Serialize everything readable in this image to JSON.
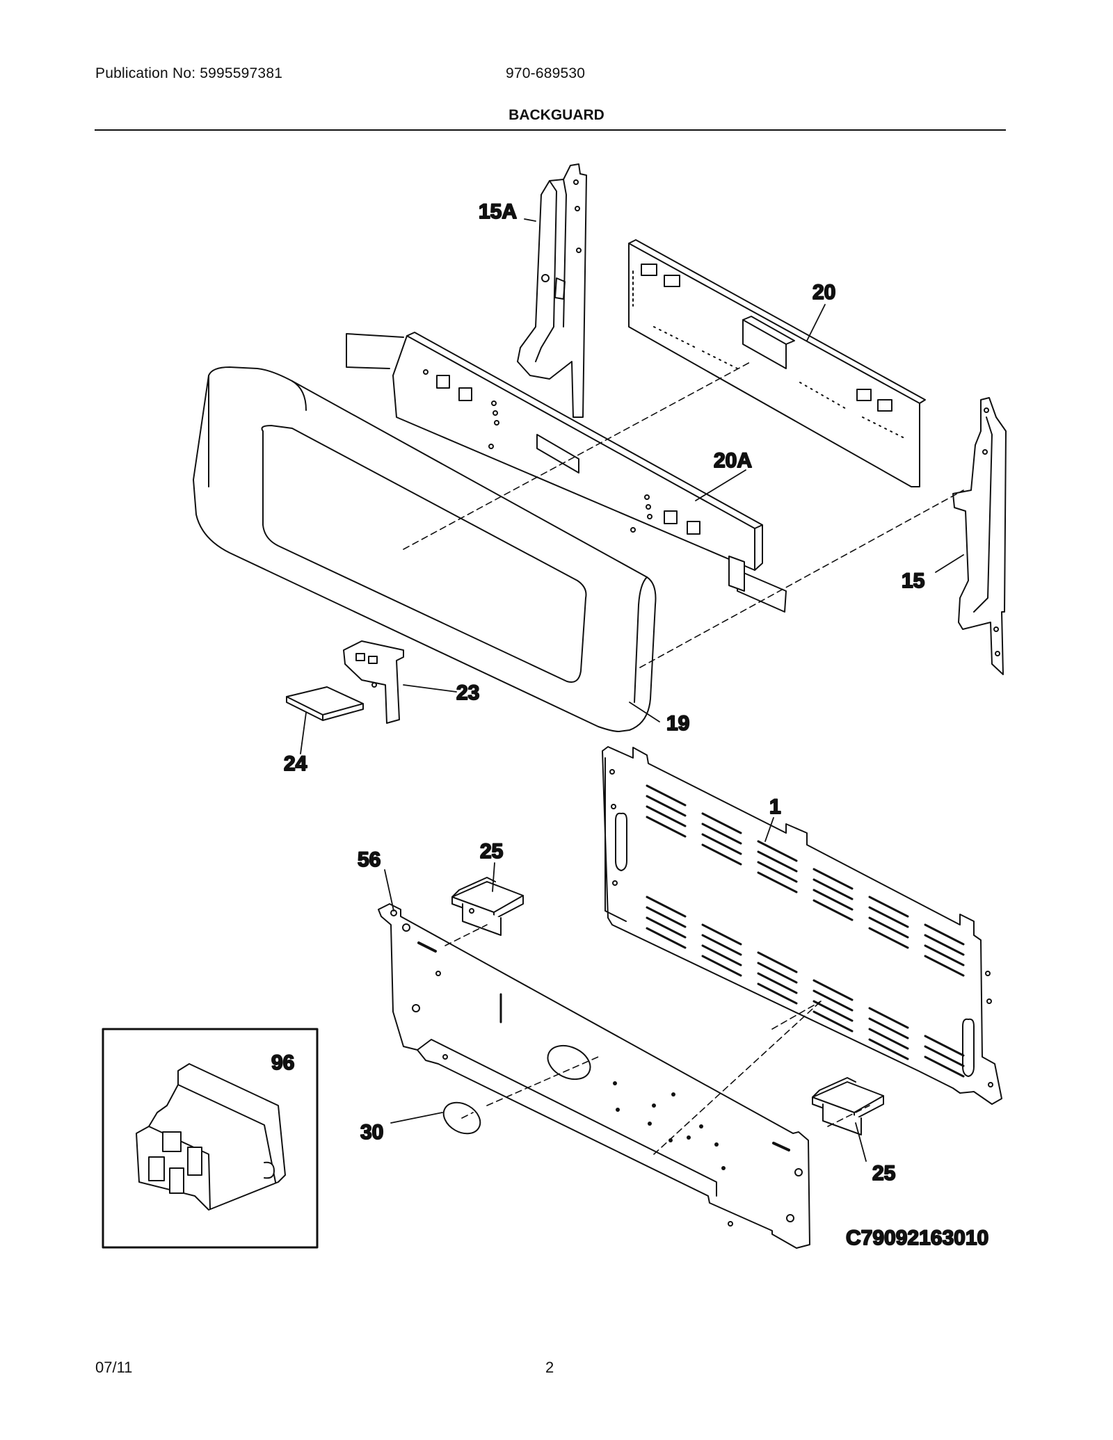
{
  "header": {
    "publication": "Publication No: 5995597381",
    "model_number": "970-689530",
    "section_title": "BACKGUARD"
  },
  "callouts": {
    "p15a": "15A",
    "p20": "20",
    "p20a": "20A",
    "p15": "15",
    "p23": "23",
    "p24": "24",
    "p19": "19",
    "p1": "1",
    "p56": "56",
    "p25a": "25",
    "p25b": "25",
    "p30": "30",
    "p96": "96"
  },
  "drawing_code": "C79092163010",
  "footer": {
    "date": "07/11",
    "page": "2"
  }
}
